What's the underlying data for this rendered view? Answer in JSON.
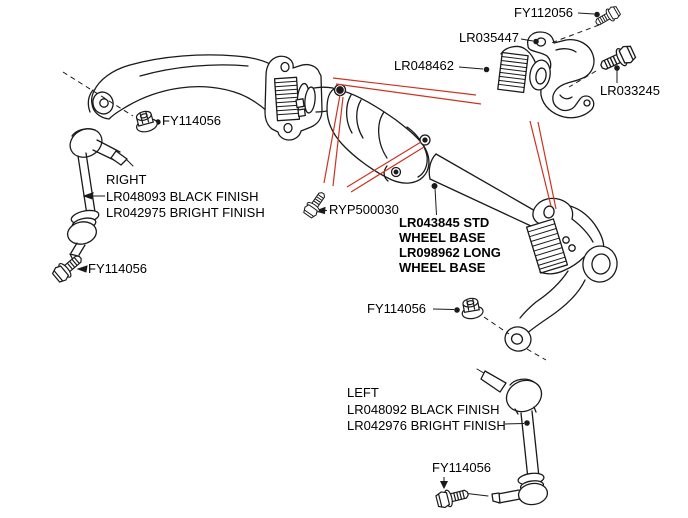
{
  "diagram": {
    "type": "exploded-parts-diagram",
    "subject": "stabilizer bar and links assembly",
    "colors": {
      "background": "#ffffff",
      "line": "#1a1a1a",
      "annotation": "#cc3322",
      "text": "#000000"
    }
  },
  "labels": {
    "fy112056": "FY112056",
    "lr035447": "LR035447",
    "lr048462": "LR048462",
    "lr033245": "LR033245",
    "fy114056": "FY114056",
    "ryp500030": "RYP500030",
    "right": {
      "title": "RIGHT",
      "line1": "LR048093 BLACK FINISH",
      "line2": "LR042975 BRIGHT FINISH"
    },
    "left": {
      "title": "LEFT",
      "line1": "LR048092 BLACK FINISH",
      "line2": "LR042976 BRIGHT FINISH"
    },
    "bar": {
      "line1": "LR043845 STD",
      "line2": "WHEEL BASE",
      "line3": "LR098962 LONG",
      "line4": "WHEEL BASE"
    }
  }
}
